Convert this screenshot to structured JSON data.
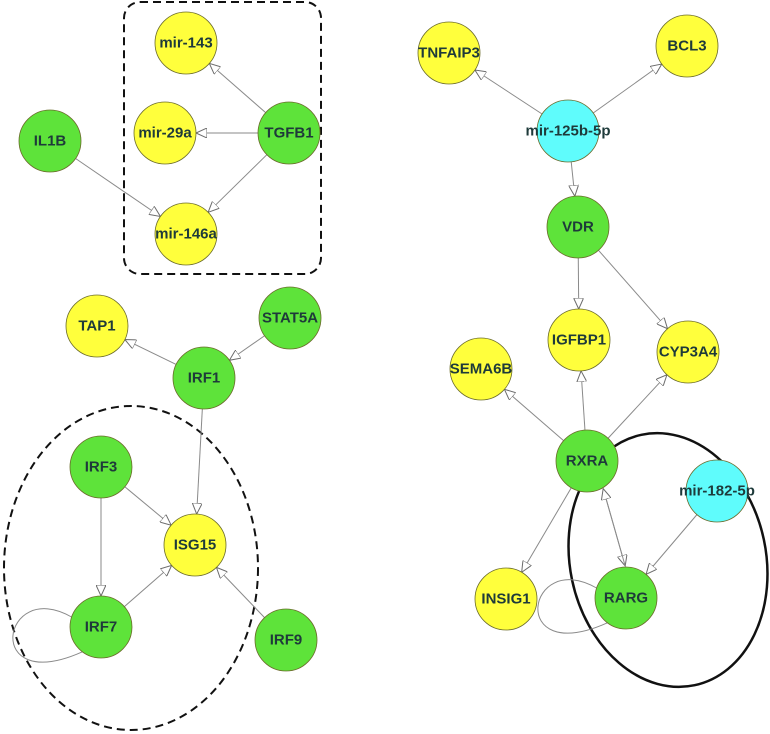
{
  "colors": {
    "gene": "#5ee33a",
    "microrna": "#ffff3c",
    "mir_regulator": "#5ffcfc",
    "edge": "#8a8a8a"
  },
  "nodes": [
    {
      "id": "mir-143",
      "label": "mir-143",
      "type": "microrna"
    },
    {
      "id": "mir-29a",
      "label": "mir-29a",
      "type": "microrna"
    },
    {
      "id": "TGFB1",
      "label": "TGFB1",
      "type": "gene"
    },
    {
      "id": "IL1B",
      "label": "IL1B",
      "type": "gene"
    },
    {
      "id": "mir-146a",
      "label": "mir-146a",
      "type": "microrna"
    },
    {
      "id": "TAP1",
      "label": "TAP1",
      "type": "microrna"
    },
    {
      "id": "STAT5A",
      "label": "STAT5A",
      "type": "gene"
    },
    {
      "id": "IRF1",
      "label": "IRF1",
      "type": "gene"
    },
    {
      "id": "IRF3",
      "label": "IRF3",
      "type": "gene"
    },
    {
      "id": "ISG15",
      "label": "ISG15",
      "type": "microrna"
    },
    {
      "id": "IRF7",
      "label": "IRF7",
      "type": "gene"
    },
    {
      "id": "IRF9",
      "label": "IRF9",
      "type": "gene"
    },
    {
      "id": "TNFAIP3",
      "label": "TNFAIP3",
      "type": "microrna"
    },
    {
      "id": "BCL3",
      "label": "BCL3",
      "type": "microrna"
    },
    {
      "id": "mir-125b-5p",
      "label": "mir-125b-5p",
      "type": "mir_regulator"
    },
    {
      "id": "VDR",
      "label": "VDR",
      "type": "gene"
    },
    {
      "id": "SEMA6B",
      "label": "SEMA6B",
      "type": "microrna"
    },
    {
      "id": "IGFBP1",
      "label": "IGFBP1",
      "type": "microrna"
    },
    {
      "id": "CYP3A4",
      "label": "CYP3A4",
      "type": "microrna"
    },
    {
      "id": "RXRA",
      "label": "RXRA",
      "type": "gene"
    },
    {
      "id": "mir-182-5p",
      "label": "mir-182-5p",
      "type": "mir_regulator"
    },
    {
      "id": "INSIG1",
      "label": "INSIG1",
      "type": "microrna"
    },
    {
      "id": "RARG",
      "label": "RARG",
      "type": "gene"
    }
  ],
  "edges": [
    {
      "from": "TGFB1",
      "to": "mir-143"
    },
    {
      "from": "TGFB1",
      "to": "mir-29a"
    },
    {
      "from": "TGFB1",
      "to": "mir-146a"
    },
    {
      "from": "IL1B",
      "to": "mir-146a"
    },
    {
      "from": "IRF1",
      "to": "TAP1"
    },
    {
      "from": "STAT5A",
      "to": "IRF1"
    },
    {
      "from": "IRF1",
      "to": "ISG15"
    },
    {
      "from": "IRF3",
      "to": "ISG15"
    },
    {
      "from": "IRF3",
      "to": "IRF7"
    },
    {
      "from": "IRF7",
      "to": "ISG15"
    },
    {
      "from": "IRF9",
      "to": "ISG15"
    },
    {
      "from": "IRF7",
      "to": "IRF7",
      "loop": true
    },
    {
      "from": "mir-125b-5p",
      "to": "TNFAIP3"
    },
    {
      "from": "mir-125b-5p",
      "to": "BCL3"
    },
    {
      "from": "mir-125b-5p",
      "to": "VDR"
    },
    {
      "from": "VDR",
      "to": "IGFBP1"
    },
    {
      "from": "VDR",
      "to": "CYP3A4"
    },
    {
      "from": "RXRA",
      "to": "SEMA6B"
    },
    {
      "from": "RXRA",
      "to": "IGFBP1"
    },
    {
      "from": "RXRA",
      "to": "CYP3A4"
    },
    {
      "from": "RXRA",
      "to": "INSIG1"
    },
    {
      "from": "RXRA",
      "to": "RARG"
    },
    {
      "from": "RARG",
      "to": "RXRA"
    },
    {
      "from": "mir-182-5p",
      "to": "RARG"
    },
    {
      "from": "RARG",
      "to": "RARG",
      "loop": true
    }
  ]
}
